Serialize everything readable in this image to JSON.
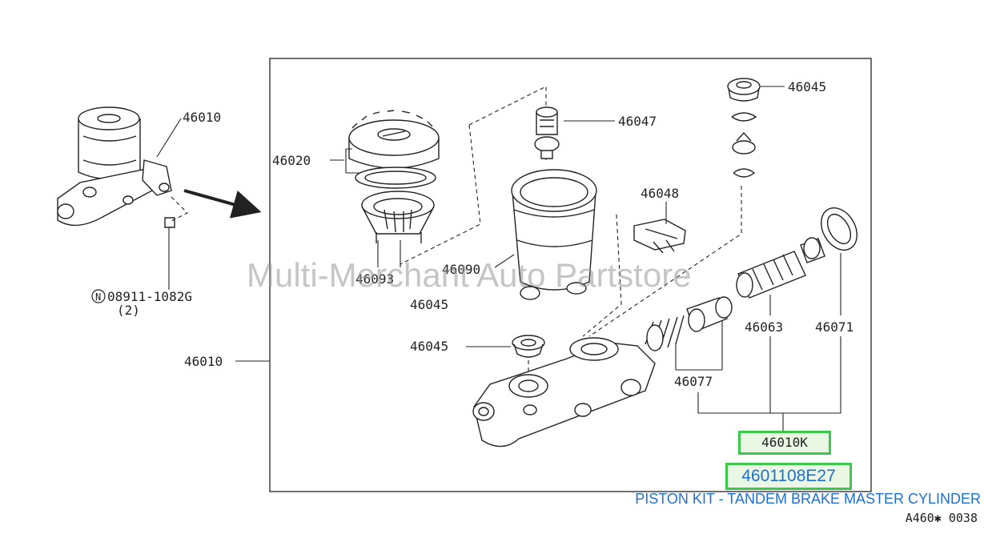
{
  "diagram": {
    "labels": {
      "assy_top": "46010",
      "bolt_number": "08911-1082G",
      "bolt_qty": "(2)",
      "assy_main": "46010",
      "cap": "46020",
      "strainer": "46093",
      "reservoir": "46090",
      "grommet_center": "46045",
      "grommet_left": "46045",
      "grommet_top": "46045",
      "valve": "46047",
      "switch": "46048",
      "piston_primary": "46063",
      "boot": "46071",
      "piston_secondary": "46077"
    },
    "kit_label": "46010K",
    "part_number": "4601108E27",
    "description": "PISTON KIT - TANDEM BRAKE MASTER CYLINDER",
    "reference": "A460✱ 0038",
    "watermark": "Multi-Merchant Auto Partstore"
  }
}
